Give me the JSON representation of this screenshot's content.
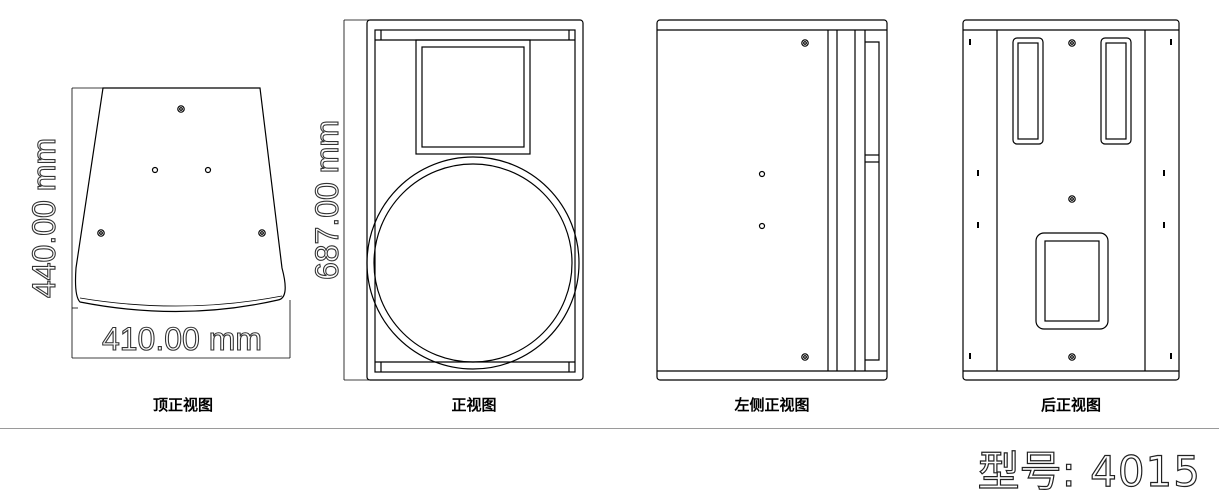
{
  "dimensions": {
    "top_depth": "440.00 mm",
    "top_width": "410.00 mm",
    "front_height": "687.00 mm"
  },
  "views": [
    {
      "label": "顶正视图"
    },
    {
      "label": "正视图"
    },
    {
      "label": "左侧正视图"
    },
    {
      "label": "后正视图"
    }
  ],
  "model": {
    "label": "型号:",
    "number": "4015"
  }
}
